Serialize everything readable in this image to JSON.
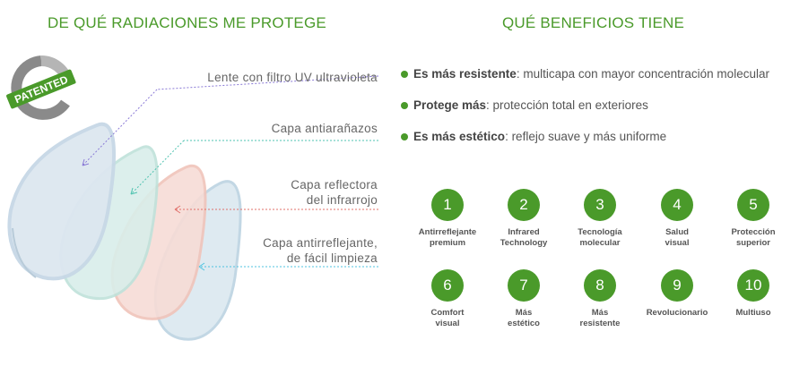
{
  "left_title": "DE QUÉ RADIACIONES ME PROTEGE",
  "right_title": "QUÉ BENEFICIOS TIENE",
  "badge": {
    "text": "PATENTED"
  },
  "layers": [
    {
      "label": "Lente con filtro UV ultravioleta"
    },
    {
      "label": "Capa antiarañazos"
    },
    {
      "label": "Capa reflectora\ndel infrarrojo"
    },
    {
      "label": "Capa antirreflejante,\nde fácil limpieza"
    }
  ],
  "benefits": [
    {
      "bold": "Es más resistente",
      "rest": ": multicapa con mayor concentración molecular"
    },
    {
      "bold": "Protege más",
      "rest": ": protección total  en exteriores"
    },
    {
      "bold": "Es más estético",
      "rest": ": reflejo suave y más uniforme"
    }
  ],
  "features": [
    {
      "number": "1",
      "label": "Antirreflejante\npremium"
    },
    {
      "number": "2",
      "label": "Infrared\nTechnology"
    },
    {
      "number": "3",
      "label": "Tecnología\nmolecular"
    },
    {
      "number": "4",
      "label": "Salud\nvisual"
    },
    {
      "number": "5",
      "label": "Protección\nsuperior"
    },
    {
      "number": "6",
      "label": "Comfort\nvisual"
    },
    {
      "number": "7",
      "label": "Más\nestético"
    },
    {
      "number": "8",
      "label": "Más\nresistente"
    },
    {
      "number": "9",
      "label": "Revolucionario"
    },
    {
      "number": "10",
      "label": "Multiuso"
    }
  ],
  "colors": {
    "accent": "#4a9a2a",
    "lens_blue": "#c9dbe8",
    "lens_green": "#cfe8e2",
    "lens_red": "#f5d3cc",
    "arrow_purple": "#8a7ad6",
    "arrow_teal": "#4fc3b0",
    "arrow_red": "#e0706a",
    "arrow_cyan": "#4fc3e0"
  }
}
